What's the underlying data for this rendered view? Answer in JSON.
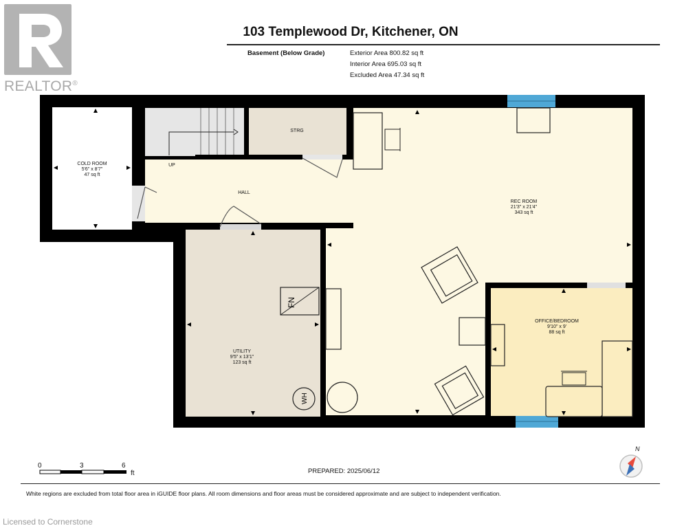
{
  "brand": {
    "name": "REALTOR",
    "mark": "®"
  },
  "header": {
    "title": "103 Templewood Dr, Kitchener, ON",
    "level": "Basement (Below Grade)",
    "exterior_area": "Exterior Area 800.82 sq ft",
    "interior_area": "Interior Area 695.03 sq ft",
    "excluded_area": "Excluded Area 47.34 sq ft"
  },
  "rooms": {
    "cold_room": {
      "name": "COLD ROOM",
      "dims": "5'6\" x 8'7\"",
      "area": "47 sq ft"
    },
    "storage": {
      "name": "STRG"
    },
    "stairs": {
      "label": "UP"
    },
    "hall": {
      "name": "HALL"
    },
    "rec_room": {
      "name": "REC ROOM",
      "dims": "21'3\" x 21'4\"",
      "area": "343 sq ft"
    },
    "utility": {
      "name": "UTILITY",
      "dims": "9'5\" x 13'1\"",
      "area": "123 sq ft"
    },
    "office": {
      "name": "OFFICE/BEDROOM",
      "dims": "9'10\" x 9'",
      "area": "88 sq ft"
    }
  },
  "fixtures": {
    "furnace": "FN",
    "water_heater": "WH"
  },
  "scale": {
    "ticks": [
      "0",
      "3",
      "6"
    ],
    "unit": "ft"
  },
  "compass": {
    "label": "N"
  },
  "prepared": "PREPARED: 2025/06/12",
  "disclaimer": "White regions are excluded from total floor area in iGUIDE floor plans. All room dimensions and floor areas must be considered approximate and are subject to independent verification.",
  "licensed": "Licensed to Cornerstone",
  "colors": {
    "wall": "#000000",
    "cold_room": "#ffffff",
    "stairs": "#e6e6e6",
    "storage": "#e9e2d4",
    "living": "#fdf8e3",
    "utility": "#e9e2d4",
    "office": "#fbedc0",
    "window": "#4fa8d6",
    "compass_needle": "#e84b3c"
  }
}
